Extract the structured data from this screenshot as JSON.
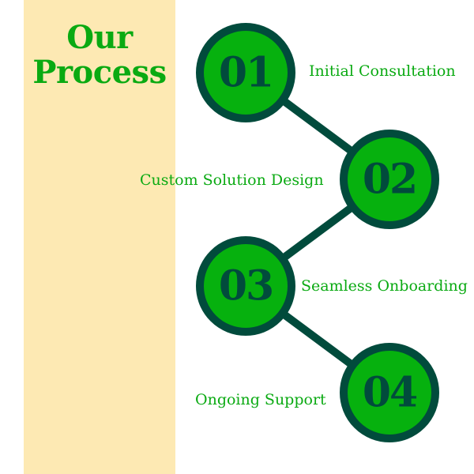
{
  "heading": {
    "line1": "Our",
    "line2": "Process"
  },
  "colors": {
    "band": "#fde9b3",
    "title_text": "#0aaa12",
    "node_fill": "#06b10e",
    "node_ring": "#014b3c",
    "connector": "#014b3c",
    "number_text": "#014b3c",
    "label_text": "#0aaa12"
  },
  "steps": [
    {
      "number": "01",
      "label": "Initial Consultation"
    },
    {
      "number": "02",
      "label": "Custom Solution Design"
    },
    {
      "number": "03",
      "label": "Seamless Onboarding"
    },
    {
      "number": "04",
      "label": "Ongoing Support"
    }
  ]
}
